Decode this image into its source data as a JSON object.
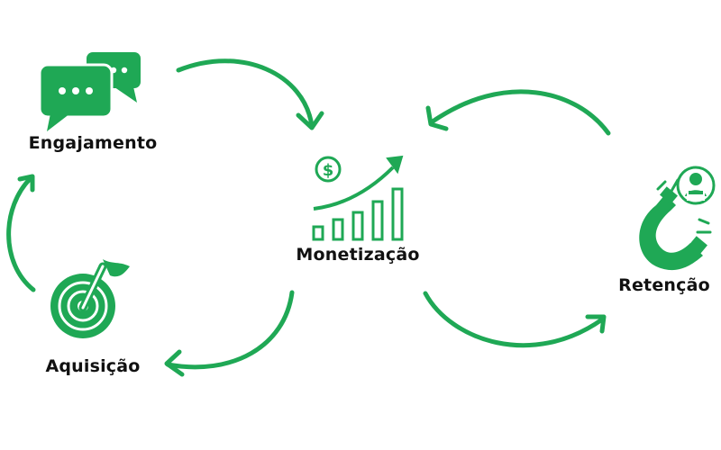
{
  "colors": {
    "accent": "#1fa855",
    "text": "#111111",
    "background": "#ffffff"
  },
  "nodes": {
    "engajamento": {
      "label": "Engajamento",
      "icon": "chat-bubbles-icon"
    },
    "monetizacao": {
      "label": "Monetização",
      "icon": "growth-chart-dollar-icon"
    },
    "aquisicao": {
      "label": "Aquisição",
      "icon": "target-flag-icon"
    },
    "retencao": {
      "label": "Retenção",
      "icon": "magnet-user-icon"
    }
  },
  "flow": [
    {
      "from": "Engajamento",
      "to": "Monetização"
    },
    {
      "from": "Monetização",
      "to": "Aquisição"
    },
    {
      "from": "Aquisição",
      "to": "Engajamento"
    },
    {
      "from": "Monetização",
      "to": "Retenção"
    },
    {
      "from": "Retenção",
      "to": "Monetização"
    }
  ]
}
